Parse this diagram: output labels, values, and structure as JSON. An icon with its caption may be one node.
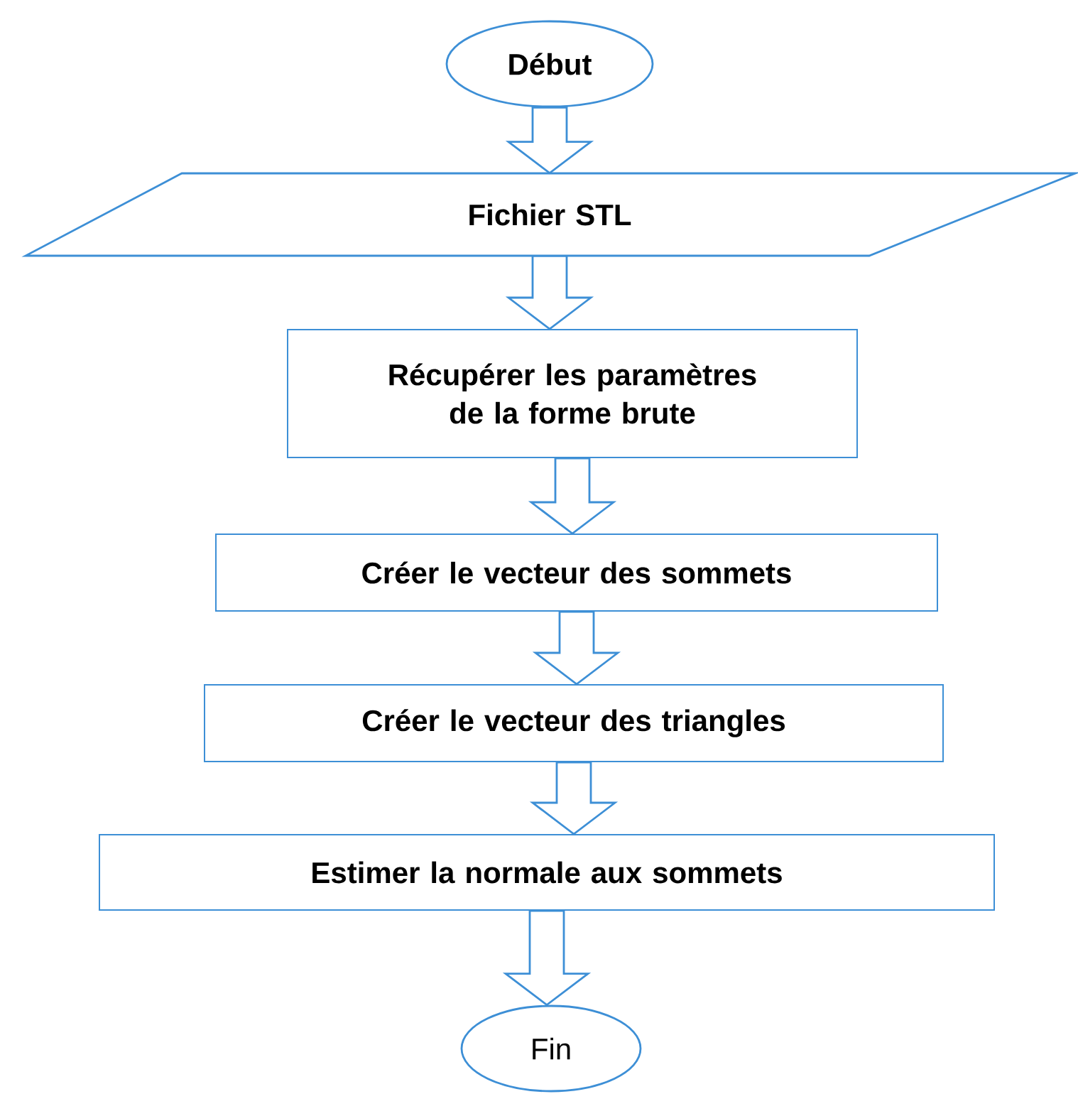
{
  "diagram": {
    "nodes": [
      {
        "text": [
          "Début"
        ]
      },
      {
        "text": [
          "Fichier STL"
        ]
      },
      {
        "text": [
          "Récupérer les paramètres de la forme brute"
        ]
      },
      {
        "text": [
          "Créer le vecteur des sommets"
        ]
      },
      {
        "text": [
          "Créer le vecteur des triangles"
        ]
      },
      {
        "text": [
          "Estimer la normale aux sommets"
        ]
      },
      {
        "text": [
          "Fin"
        ]
      }
    ],
    "edges": [
      {
        "from": 0,
        "to": 1,
        "arrow": "to"
      },
      {
        "from": 1,
        "to": 2,
        "arrow": "to"
      },
      {
        "from": 2,
        "to": 3,
        "arrow": "to"
      },
      {
        "from": 3,
        "to": 4,
        "arrow": "to"
      },
      {
        "from": 4,
        "to": 5,
        "arrow": "to"
      },
      {
        "from": 5,
        "to": 6,
        "arrow": "to"
      }
    ]
  }
}
